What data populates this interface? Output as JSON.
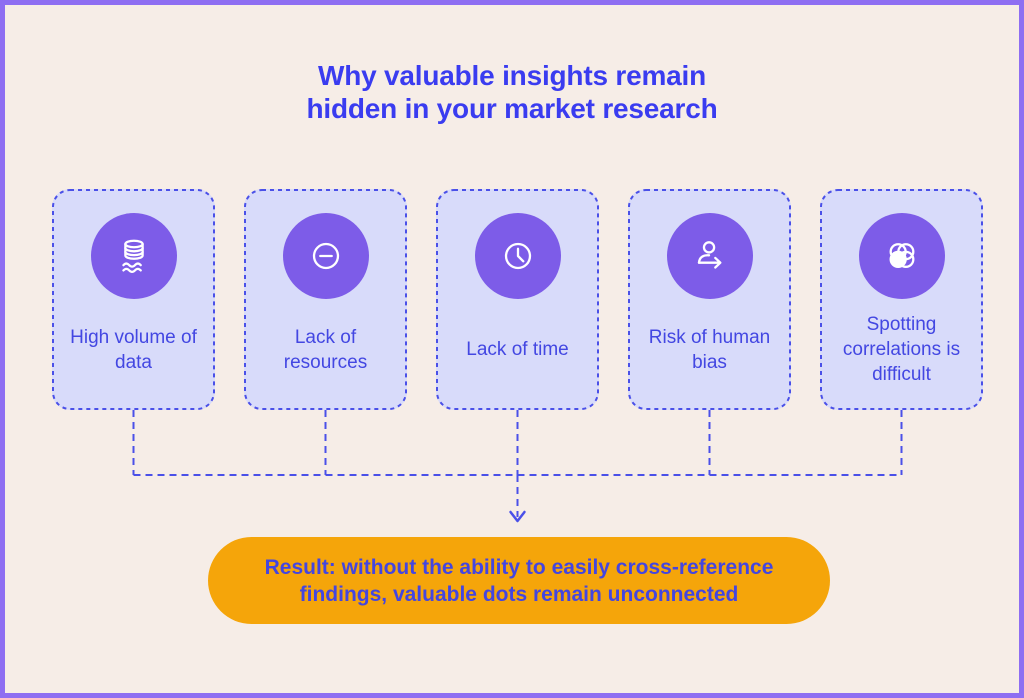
{
  "header": {
    "title_lines": [
      "Why valuable insights remain",
      "hidden in your market research"
    ]
  },
  "cards": [
    {
      "label": "High volume of data",
      "icon": "database-waves-icon"
    },
    {
      "label": "Lack of resources",
      "icon": "minus-circle-icon"
    },
    {
      "label": "Lack of time",
      "icon": "clock-icon"
    },
    {
      "label": "Risk of human bias",
      "icon": "person-arrow-icon"
    },
    {
      "label": "Spotting correlations is difficult",
      "icon": "overlapping-circles-icon"
    }
  ],
  "result": {
    "lines": [
      "Result: without the ability to easily cross-reference",
      "findings, valuable dots remain unconnected"
    ]
  },
  "colors": {
    "outer_border": "#8e6ef2",
    "background": "#f6ede7",
    "card_background": "#d8dbfa",
    "dashed_line": "#4a50e8",
    "icon_circle": "#7d5ce8",
    "icon_stroke": "#ffffff",
    "title_text": "#3a3cf0",
    "card_text": "#4347e2",
    "result_background": "#f5a50a",
    "result_text": "#4446e0"
  }
}
